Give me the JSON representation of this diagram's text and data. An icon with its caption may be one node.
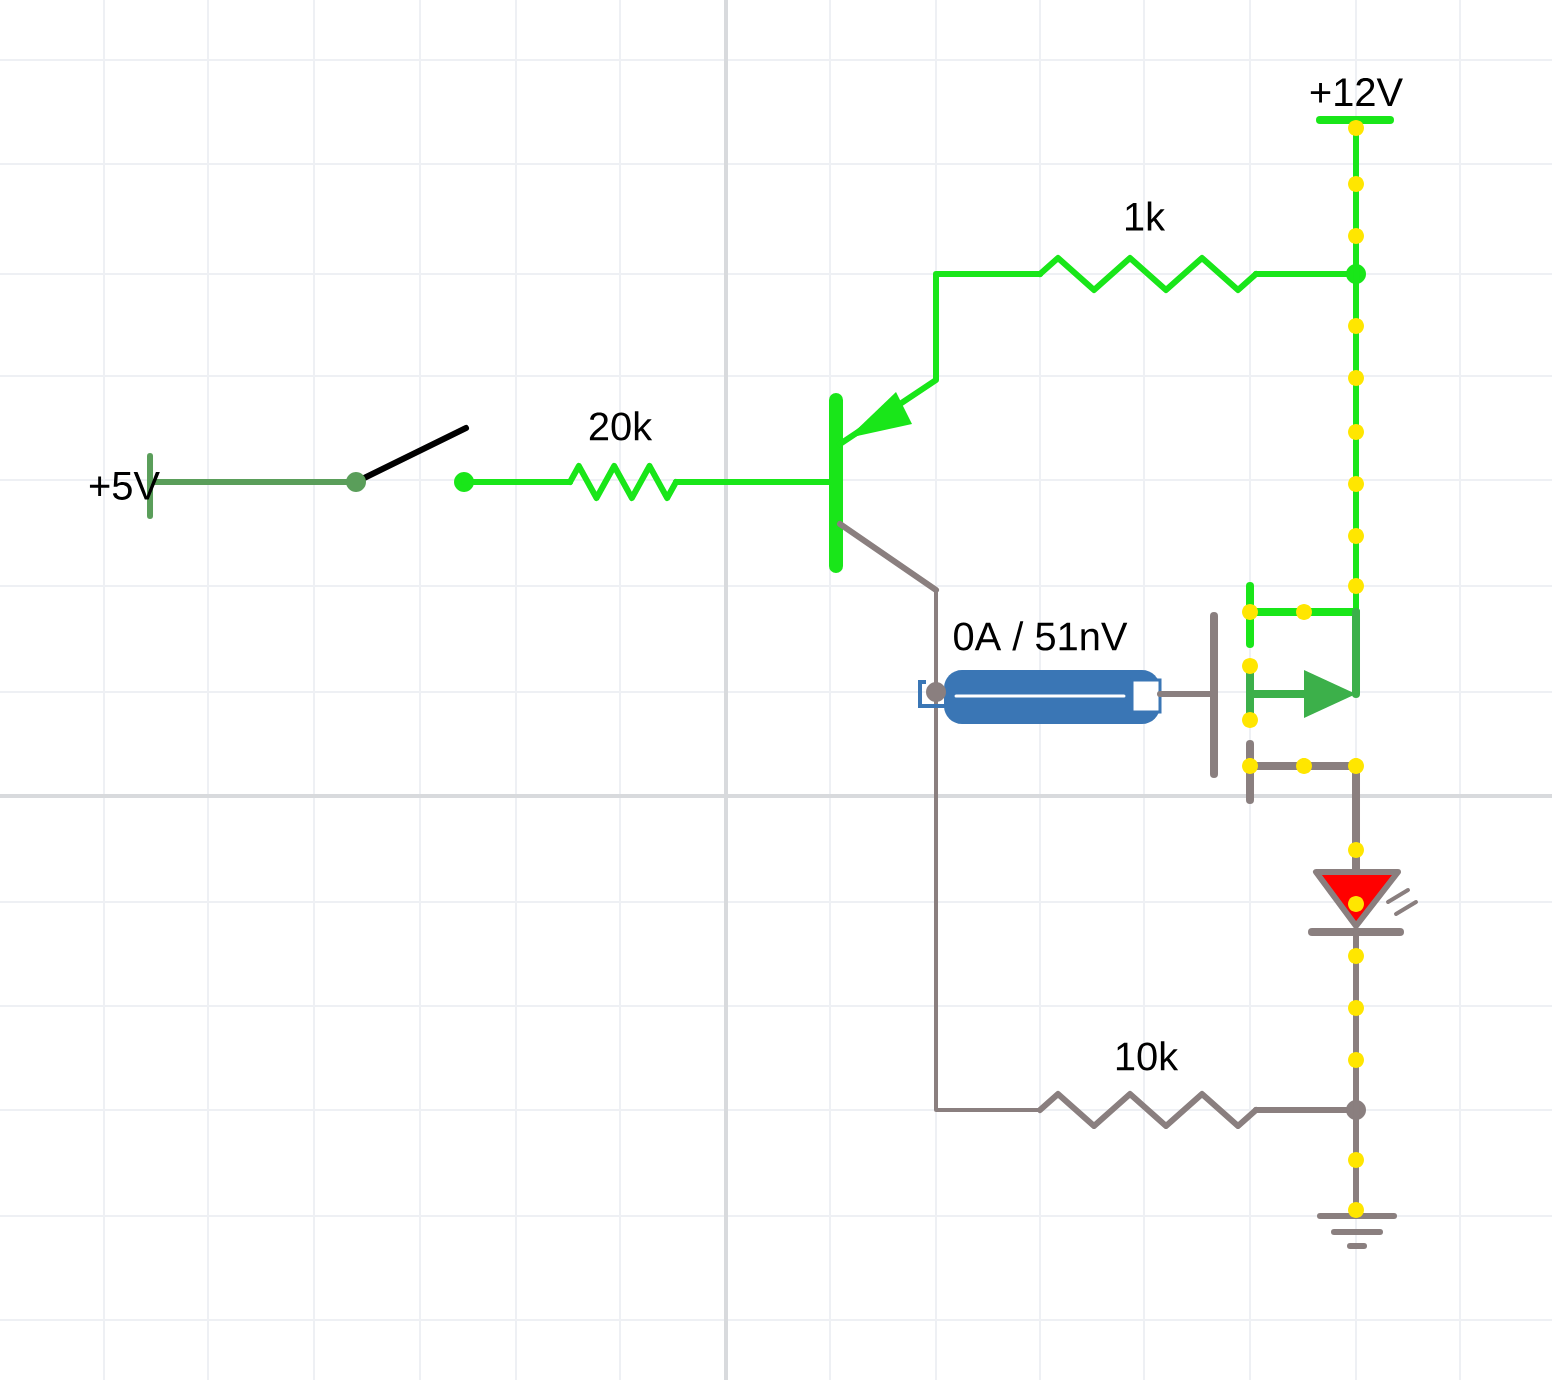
{
  "diagram": {
    "labels": [
      "+12V",
      "1k",
      "20k",
      "+5V",
      "0A / 51nV",
      "10k"
    ]
  }
}
